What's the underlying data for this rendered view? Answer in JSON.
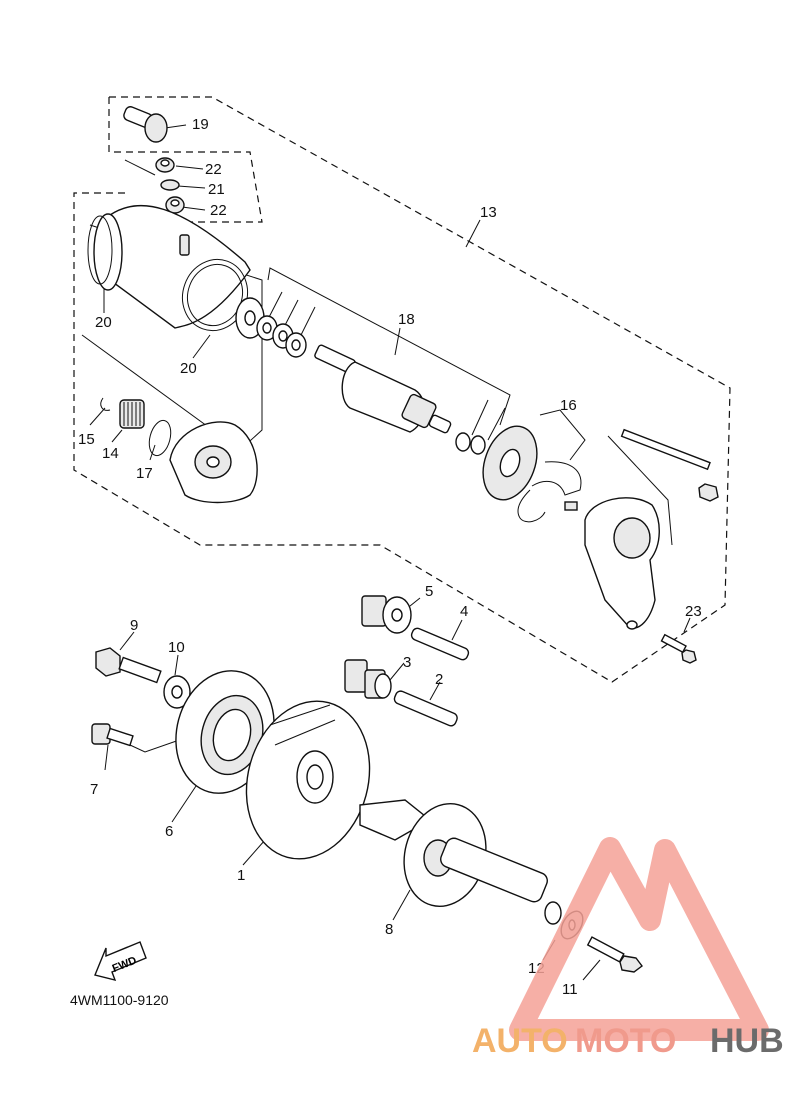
{
  "diagram": {
    "catalog_code": "4WM1100-9120",
    "fwd_label": "FWD",
    "watermark": {
      "part1": "AUTO",
      "part2": "MOTO",
      "part3": "HUB"
    },
    "callouts": {
      "c1": "1",
      "c2": "2",
      "c3": "3",
      "c4": "4",
      "c5": "5",
      "c6": "6",
      "c7": "7",
      "c8": "8",
      "c9": "9",
      "c10": "10",
      "c11": "11",
      "c12": "12",
      "c13": "13",
      "c14": "14",
      "c15": "15",
      "c16": "16",
      "c17": "17",
      "c18": "18",
      "c19": "19",
      "c20a": "20",
      "c20b": "20",
      "c21": "21",
      "c22a": "22",
      "c22b": "22",
      "c23": "23"
    }
  }
}
